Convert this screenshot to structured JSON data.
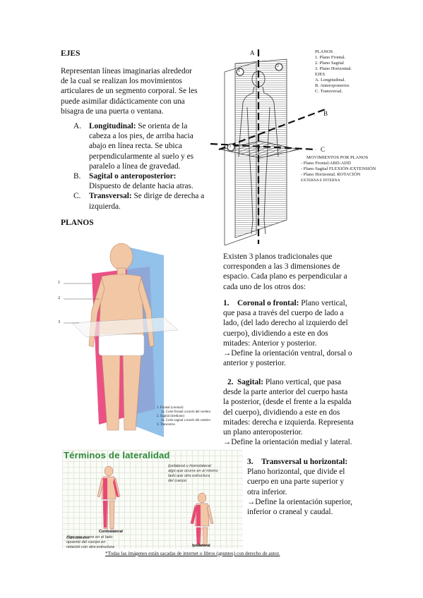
{
  "ejes": {
    "heading": "EJES",
    "intro": [
      "Representan líneas imaginarias alrededor",
      "de la cual se realizan los movimientos",
      "articulares de un segmento corporal. Se les",
      "puede asimilar didácticamente con una",
      "bisagra de una puerta o ventana."
    ],
    "items": [
      {
        "letter": "A.",
        "term": "Longitudinal:",
        "lines": [
          " Se orienta de la",
          "cabeza a los pies, de arriba hacia",
          "abajo en línea recta. Se ubica",
          "perpendicularmente al suelo y es",
          "paralelo a línea de gravedad."
        ]
      },
      {
        "letter": "B.",
        "term": "Sagital o anteroposterior:",
        "lines": [
          "",
          "Dispuesto de delante hacia atras."
        ]
      },
      {
        "letter": "C.",
        "term": "Transversal:",
        "lines": [
          " Se dirige de derecha a",
          "izquierda."
        ]
      }
    ]
  },
  "planos": {
    "heading": "PLANOS",
    "intro": [
      "Existen 3 planos tradicionales que",
      "corresponden a las 3 dimensiones de",
      "espacio. Cada plano es perpendicular a",
      "cada uno de los otros dos:"
    ],
    "coronal": {
      "num": "1.",
      "term": "Coronal o frontal:",
      "lines": [
        " Plano vertical,",
        "que pasa a través del cuerpo de lado a",
        "lado, (del lado derecho al izquierdo del",
        "cuerpo), dividiendo a este en dos",
        "mitades: Anterior y posterior.",
        "→Define la orientación ventral, dorsal o",
        "anterior y posterior."
      ]
    },
    "sagital": {
      "num": "2.",
      "term": "Sagital:",
      "lines": [
        " Plano vertical, que pasa",
        "desde la parte anterior del cuerpo hasta",
        "la posterior, (desde el frente a la espalda",
        "del cuerpo), dividiendo a este en dos",
        "mitades: derecha e izquierda. Representa",
        "un plano anteroposterior.",
        "→Define la orientación medial y lateral."
      ]
    },
    "transversal": {
      "num": "3.",
      "term": "Transversal u horizontal:",
      "lines": [
        "Plano horizontal, que divide el",
        "cuerpo en una parte superior y",
        "otra inferior.",
        "→Define la orientación superior,",
        "inferior o craneal y caudal."
      ]
    }
  },
  "figure_axes": {
    "axis_labels": [
      "A",
      "B",
      "C"
    ],
    "legend_title": "PLANOS",
    "legend_planes": [
      "1. Plano Frontal.",
      "2. Plano Sagital",
      "3. Plano Horizontal."
    ],
    "legend_ejes_title": "EJES",
    "legend_ejes": [
      "A. Longitudinal.",
      "B. Anteroposterior.",
      "C. Transversal."
    ],
    "mov_title": "MOVIMIENTOS POR PLANOS",
    "mov_items": [
      "- Plano Frontal:ABD-ADD",
      "- Plano Sagital FLEXIÓN-EXTENSIÓN",
      "- Plano Horizontal. ROTACIÓN",
      "EXTERNA E INTERNA"
    ],
    "plane_nums": [
      "1",
      "2",
      "3"
    ]
  },
  "figure_planes": {
    "line_nums": [
      "1",
      "2",
      "3"
    ],
    "legend": [
      "1. Frontal (coronal)",
      "1a. Corte frontal a través del cerebro",
      "2. Sagital (mediano)",
      "2a. Corte sagital a través del cerebro",
      "3. Transverso"
    ]
  },
  "figure_lateralidad": {
    "title": "Términos de lateralidad",
    "ipsi_note": [
      "Ipsilateral u Homolateral:",
      "algo que ocurre en el mismo",
      "lado que otra estructura",
      "del cuerpo"
    ],
    "contra_label": "Contralateral",
    "contra_note": [
      "Contralateral:",
      "Algo que ocurre en el lado",
      "opuesto del cuerpo en",
      "relación con otra estructura"
    ],
    "ipsi_label": "Ipsilateral"
  },
  "footer": "*Todas las imágenes están sacadas de internet o libros (apuntes) con derecho de autor.",
  "colors": {
    "pink": "#e8336e",
    "blue": "#7fb6e6",
    "skin": "#f2c7a5",
    "green": "#2e8a3a"
  }
}
